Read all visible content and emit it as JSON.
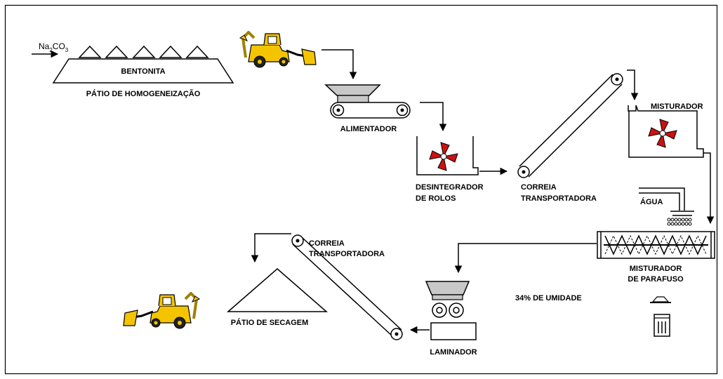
{
  "labels": {
    "chemical": "Na",
    "chemical_sub1": "2",
    "chemical_mid": "CO",
    "chemical_sub2": "3",
    "bentonita": "BENTONITA",
    "patio_homogeneizacao": "PÁTIO DE HOMOGENEIZAÇÃO",
    "alimentador": "ALIMENTADOR",
    "desintegrador_line1": "DESINTEGRADOR",
    "desintegrador_line2": "DE ROLOS",
    "correia1_line1": "CORREIA",
    "correia1_line2": "TRANSPORTADORA",
    "misturador": "MISTURADOR",
    "agua": "ÁGUA",
    "misturador_parafuso_line1": "MISTURADOR",
    "misturador_parafuso_line2": "DE PARAFUSO",
    "umidade": "34% DE UMIDADE",
    "laminador": "LAMINADOR",
    "correia2_line1": "CORREIA",
    "correia2_line2": "TRANSPORTADORA",
    "patio_secagem": "PÁTIO DE SECAGEM"
  },
  "colors": {
    "loader_body": "#f4c400",
    "impeller_red": "#cc1111",
    "hopper_gray": "#c8c8c8",
    "mixer_fill": "#ffffff"
  },
  "icons": [
    "backhoe-loader-icon",
    "trash-bin-icon"
  ]
}
